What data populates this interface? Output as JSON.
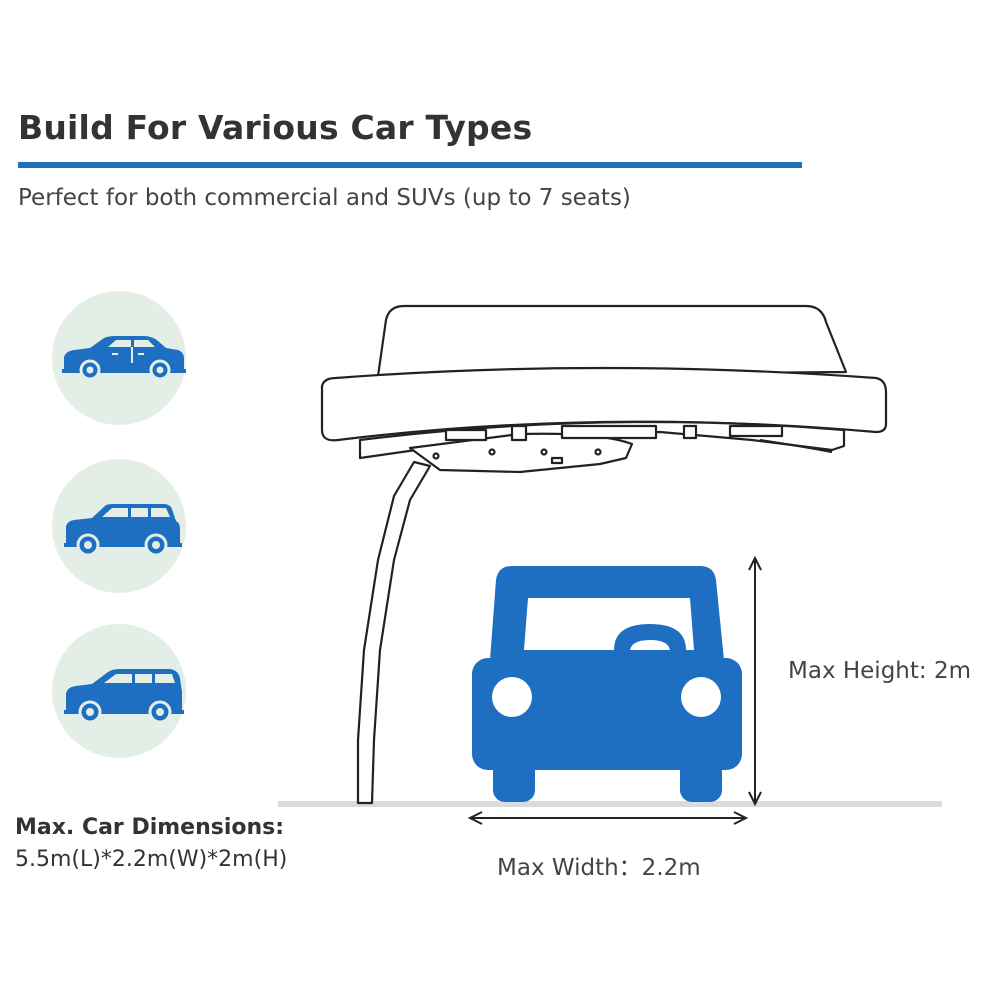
{
  "header": {
    "title": "Build For Various Car Types",
    "subtitle": "Perfect for both commercial and SUVs (up to 7 seats)"
  },
  "car_types": [
    {
      "icon": "sedan-icon"
    },
    {
      "icon": "suv-icon"
    },
    {
      "icon": "minivan-icon"
    }
  ],
  "dimensions": {
    "label": "Max. Car Dimensions:",
    "value": "5.5m(L)*2.2m(W)*2m(H)",
    "max_height": "Max Height: 2m",
    "max_width": "Max Width：2.2m"
  },
  "colors": {
    "accent_blue": "#1f6fbd",
    "car_blue": "#1e6ec1",
    "circle_green": "#e3efe6",
    "outline": "#222222",
    "ground": "#d9dcde"
  }
}
